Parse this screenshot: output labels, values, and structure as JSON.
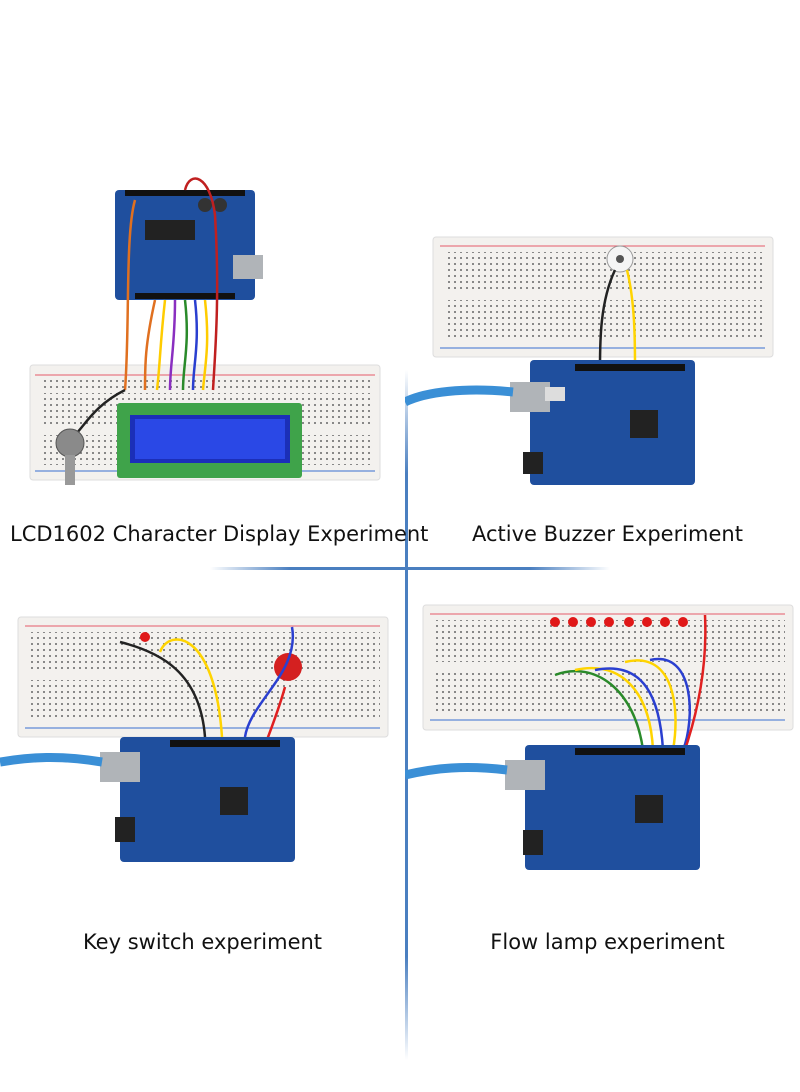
{
  "captions": {
    "lcd": "LCD1602 Character Display Experiment",
    "buzzer": "Active Buzzer Experiment",
    "key": "Key switch experiment",
    "flow": "Flow lamp experiment"
  },
  "colors": {
    "board_blue": "#1f4f9e",
    "breadboard": "#f3f1ee",
    "usb_cable": "#3a8fd6",
    "divider": "#4a7fc0",
    "lcd_screen": "#1d3fe0",
    "led_red": "#e01818"
  }
}
